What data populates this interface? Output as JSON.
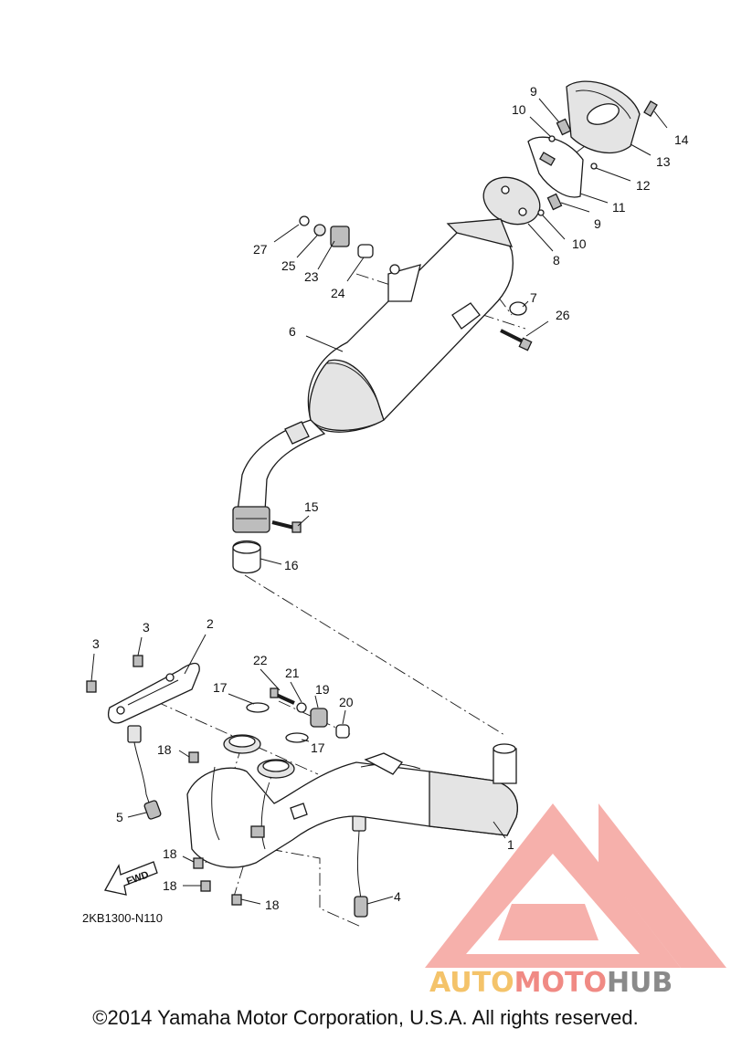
{
  "diagram": {
    "code": "2KB1300-N110",
    "fwd_label": "FWD",
    "copyright": "©2014 Yamaha Motor Corporation, U.S.A. All rights reserved.",
    "watermark": {
      "part1": "AUTO",
      "part2": "MOTO",
      "part3": "HUB",
      "color_light": "#f4c36a",
      "color_red": "#f08a84",
      "color_dark": "#8a8a8a"
    },
    "callouts": {
      "c1": "1",
      "c2": "2",
      "c3a": "3",
      "c3b": "3",
      "c4": "4",
      "c5": "5",
      "c6": "6",
      "c7": "7",
      "c8": "8",
      "c9a": "9",
      "c9b": "9",
      "c10a": "10",
      "c10b": "10",
      "c11": "11",
      "c12": "12",
      "c13": "13",
      "c14": "14",
      "c15": "15",
      "c16": "16",
      "c17a": "17",
      "c17b": "17",
      "c18a": "18",
      "c18b": "18",
      "c18c": "18",
      "c18d": "18",
      "c19": "19",
      "c20": "20",
      "c21": "21",
      "c22": "22",
      "c23": "23",
      "c24": "24",
      "c25": "25",
      "c26": "26",
      "c27": "27"
    }
  }
}
